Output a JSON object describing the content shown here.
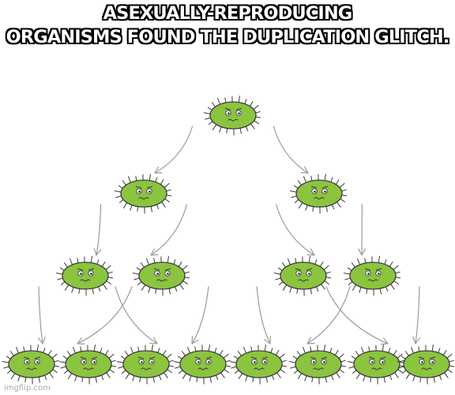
{
  "caption": {
    "line1": "ASEXUALLY-REPRODUCING",
    "line2": "ORGANISMS FOUND THE DUPLICATION GLITCH."
  },
  "watermark": "imgflip.com",
  "illustration": {
    "generations": [
      1,
      2,
      4,
      8
    ],
    "organism_color": "#8bc43f",
    "outline_color": "#3a3a3a",
    "arrow_color": "#9a9a9a"
  }
}
